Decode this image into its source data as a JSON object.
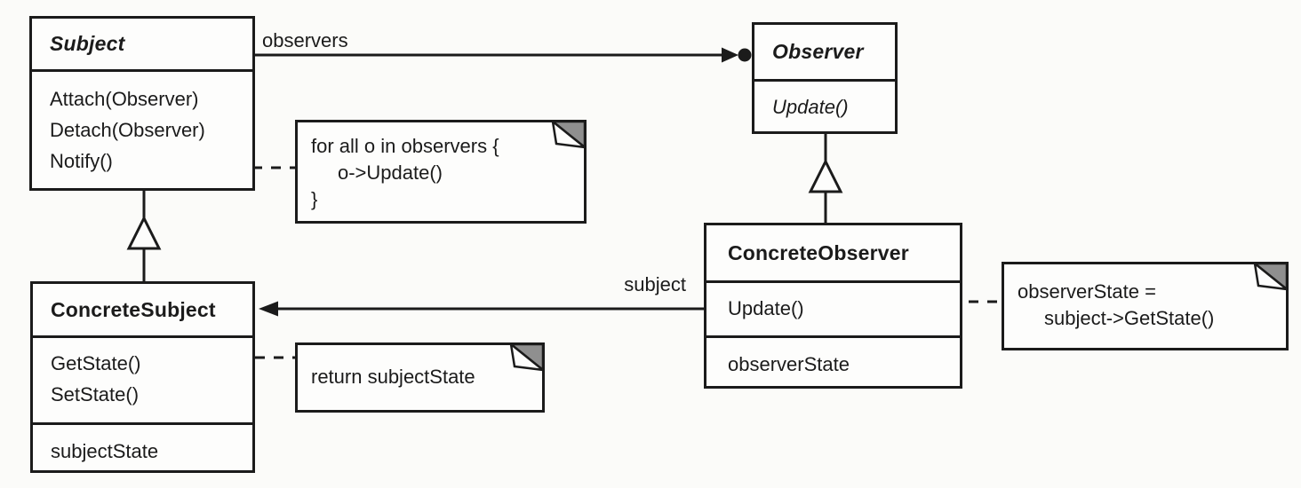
{
  "diagram_type": "uml-class-diagram",
  "colors": {
    "ink": "#1b1b1b",
    "paper": "#fbfbf9",
    "box_fill": "#fdfdfc",
    "fold_gray": "#8f8f8f"
  },
  "classes": [
    {
      "name": "Subject",
      "stereotype": "abstract",
      "methods": [
        "Attach(Observer)",
        "Detach(Observer)",
        "Notify()"
      ],
      "attributes": []
    },
    {
      "name": "Observer",
      "stereotype": "abstract",
      "methods": [
        "Update()"
      ],
      "attributes": []
    },
    {
      "name": "ConcreteSubject",
      "stereotype": "concrete",
      "methods": [
        "GetState()",
        "SetState()"
      ],
      "attributes": [
        "subjectState"
      ]
    },
    {
      "name": "ConcreteObserver",
      "stereotype": "concrete",
      "methods": [
        "Update()"
      ],
      "attributes": [
        "observerState"
      ]
    }
  ],
  "relationships": {
    "observers_label": "observers",
    "subject_label": "subject",
    "generalizations": [
      "ConcreteSubject -> Subject",
      "ConcreteObserver -> Observer"
    ]
  },
  "notes": [
    {
      "attached_to": "Subject.Notify()",
      "lines": [
        "for all o in observers {",
        "o->Update()",
        "}"
      ]
    },
    {
      "attached_to": "ConcreteSubject.GetState()",
      "lines": [
        "return subjectState"
      ]
    },
    {
      "attached_to": "ConcreteObserver.Update()",
      "lines": [
        "observerState =",
        "subject->GetState()"
      ]
    }
  ]
}
